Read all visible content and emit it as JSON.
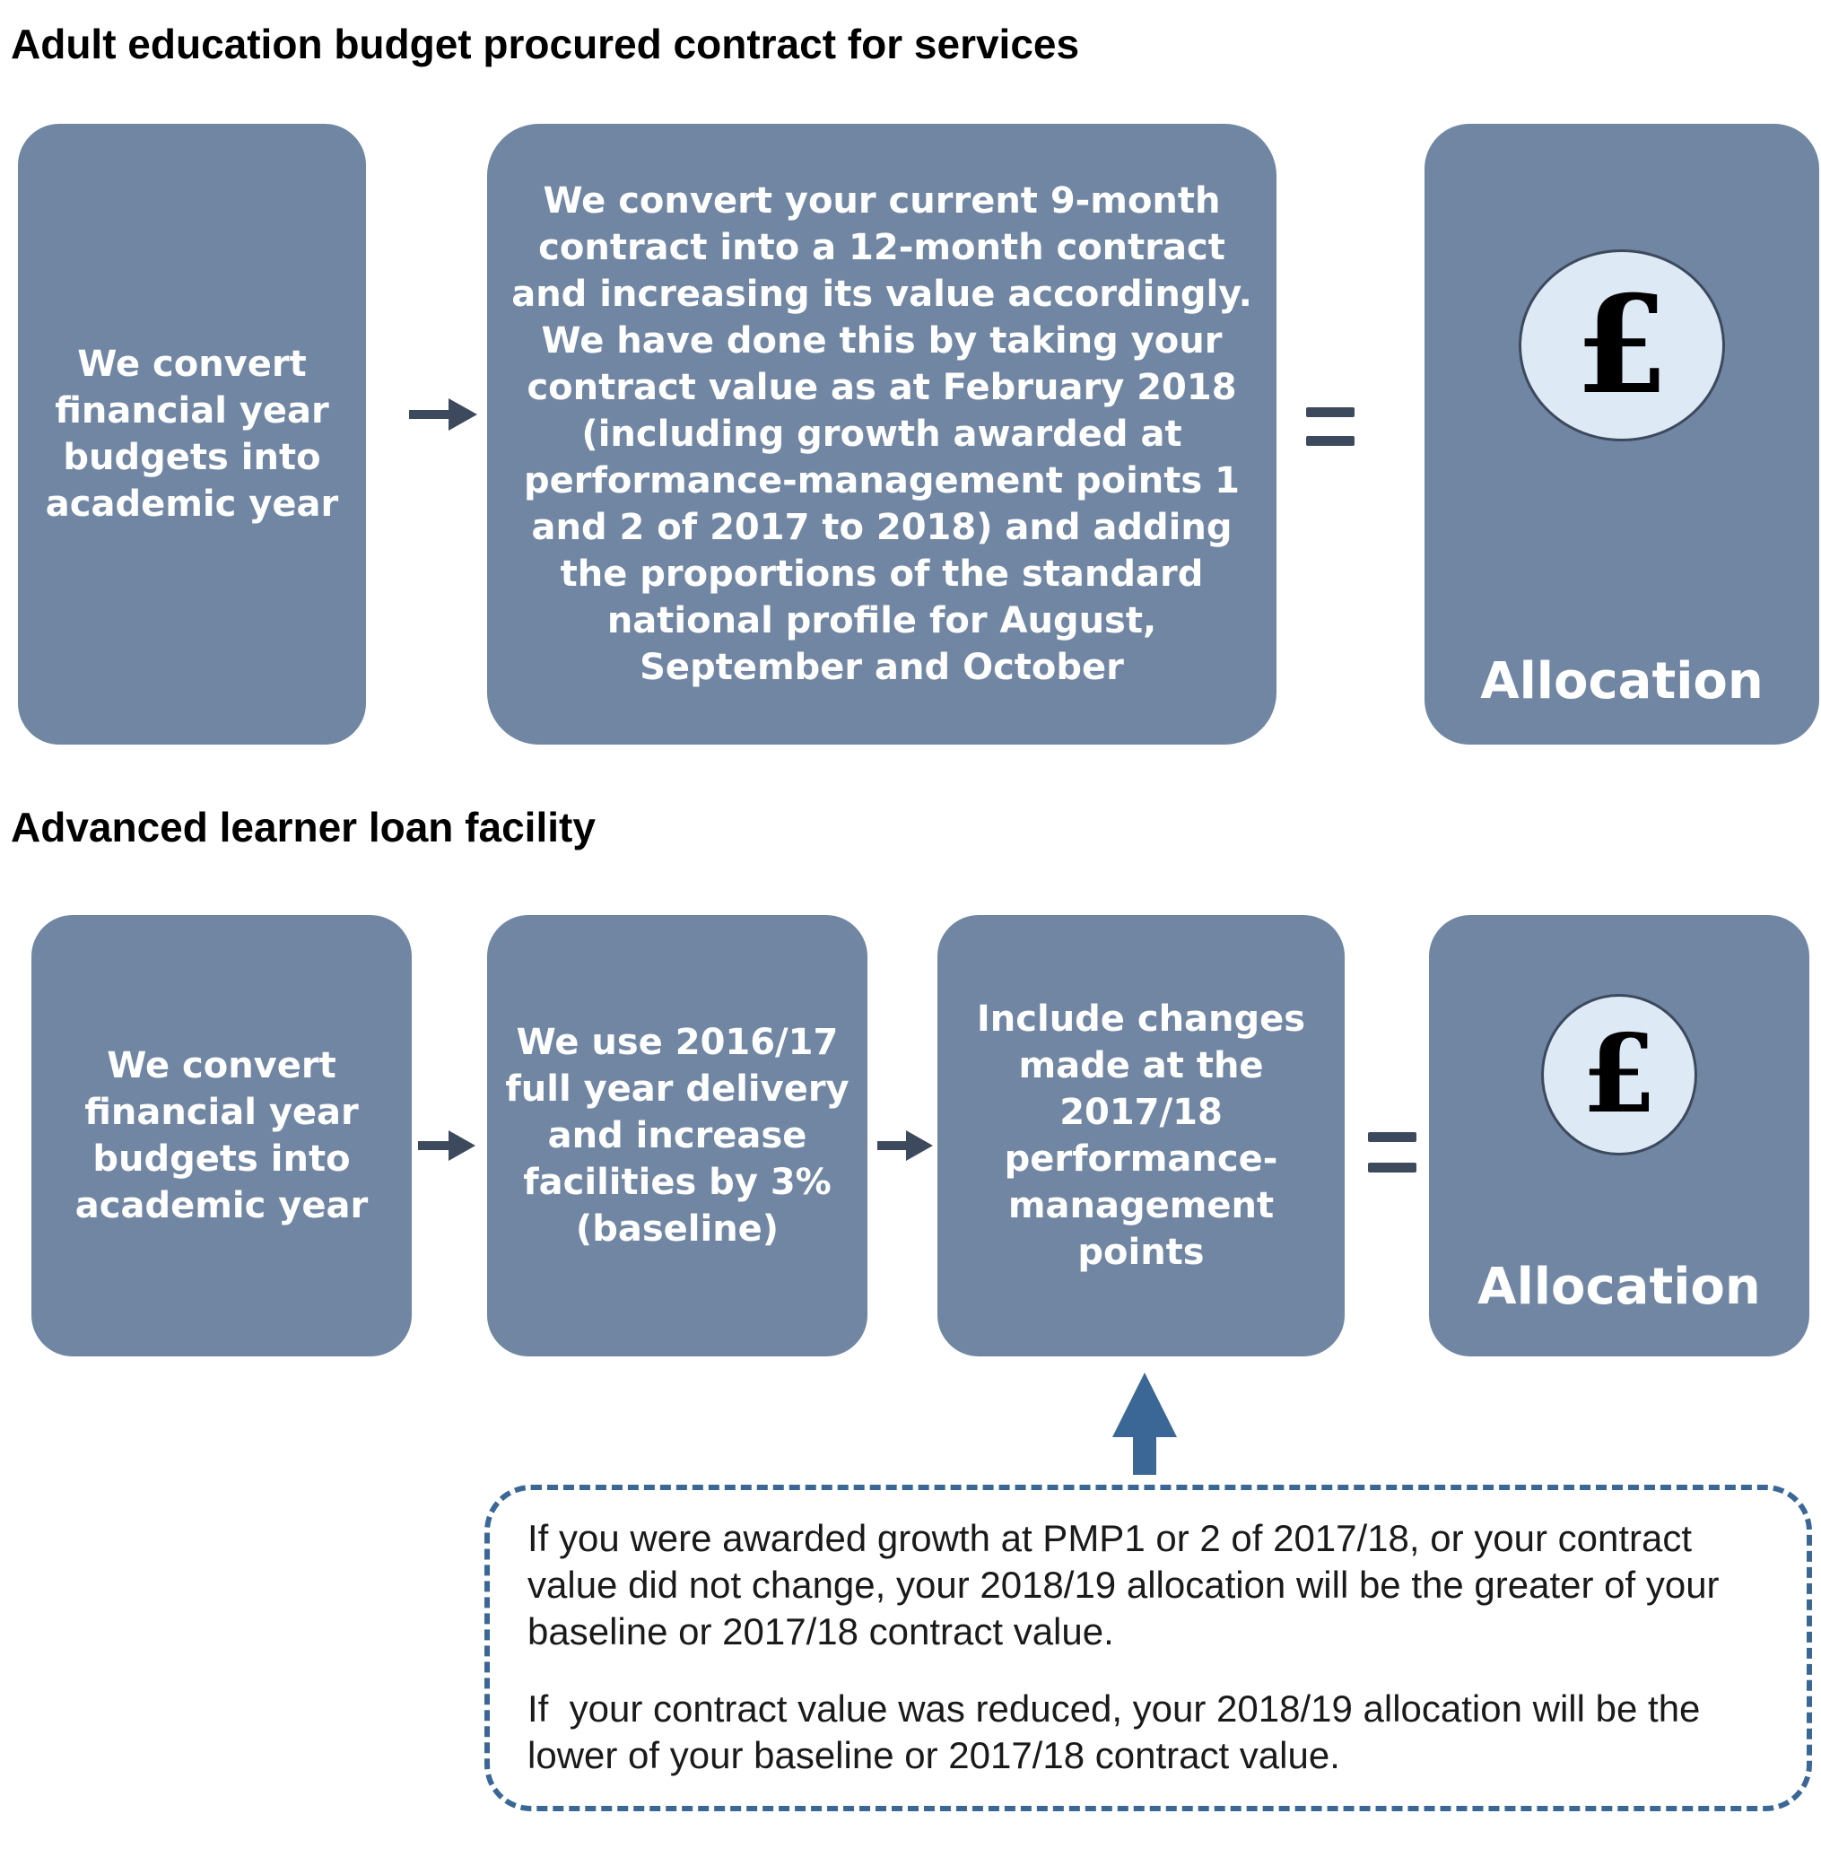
{
  "section_aeb": {
    "heading": "Adult education budget procured contract for services",
    "step1": "We convert financial year budgets into academic year",
    "step2": "We convert your current 9-month contract into a 12-month contract and increasing its value accordingly. We have done this by taking your contract value as at February 2018 (including growth awarded at performance-management points 1 and 2 of 2017 to 2018) and adding the proportions of the standard national profile for August, September and October",
    "result_symbol": "£",
    "result_label": "Allocation"
  },
  "section_all": {
    "heading": "Advanced learner loan facility",
    "step1": "We convert financial year budgets into academic year",
    "step2": "We use 2016/17 full year delivery and increase facilities by 3% (baseline)",
    "step3": "Include changes made at the 2017/18 performance-management points",
    "result_symbol": "£",
    "result_label": "Allocation"
  },
  "note": {
    "paragraph1": "If you were awarded growth at PMP1 or 2 of 2017/18, or your contract value did not change, your 2018/19 allocation will be the greater of your baseline or 2017/18 contract value.",
    "paragraph2": "If  your contract value was reduced, your 2018/19 allocation will be the  lower of your baseline or 2017/18 contract value."
  },
  "colors": {
    "box_fill": "#7086a3",
    "connector": "#3d4a5e",
    "note_border": "#3b6796",
    "coin_fill": "#dde9f5"
  }
}
